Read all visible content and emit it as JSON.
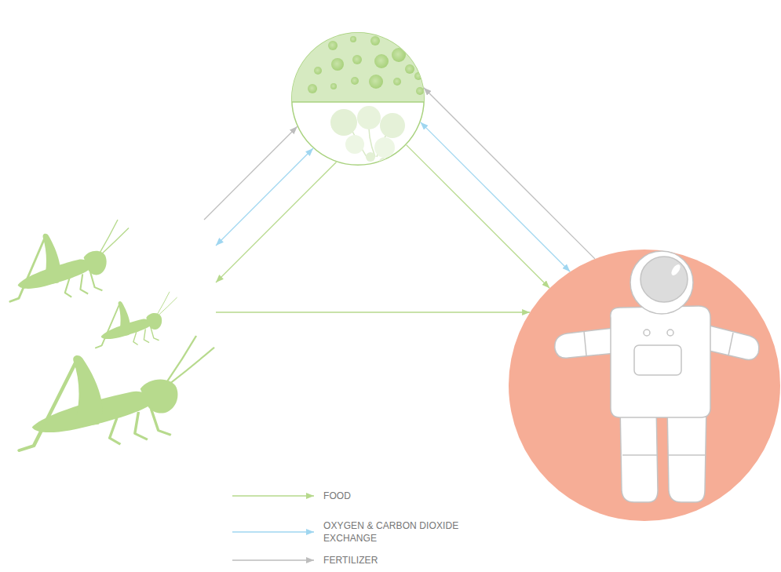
{
  "diagram": {
    "nodes": [
      {
        "text": []
      },
      {
        "text": []
      },
      {
        "text": []
      }
    ],
    "edges": [
      {
        "from": 1,
        "to": 0,
        "arrow": "to"
      },
      {
        "from": 1,
        "to": 0,
        "arrow": "both"
      },
      {
        "from": 0,
        "to": 1,
        "arrow": "to"
      },
      {
        "from": 0,
        "to": 2,
        "arrow": "to"
      },
      {
        "from": 0,
        "to": 2,
        "arrow": "both"
      },
      {
        "from": 2,
        "to": 0,
        "arrow": "to"
      },
      {
        "from": 1,
        "to": 2,
        "arrow": "to"
      }
    ],
    "legend": [
      {
        "text": "FOOD"
      },
      {
        "text": "OXYGEN & CARBON DIOXIDE EXCHANGE"
      },
      {
        "text": "FERTILIZER"
      }
    ]
  }
}
